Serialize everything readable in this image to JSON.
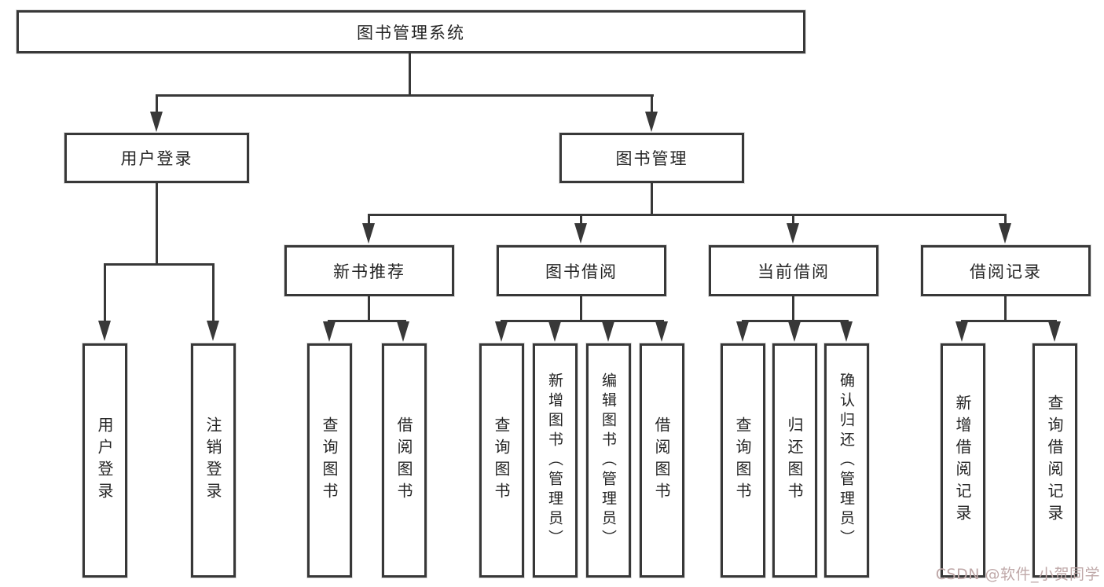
{
  "diagram_title": "图书管理系统",
  "tree": {
    "root": {
      "label": "图书管理系统",
      "children": [
        {
          "label": "用户登录",
          "children": [
            {
              "label": "用户登录"
            },
            {
              "label": "注销登录"
            }
          ]
        },
        {
          "label": "图书管理",
          "children": [
            {
              "label": "新书推荐",
              "children": [
                {
                  "label": "查询图书"
                },
                {
                  "label": "借阅图书"
                }
              ]
            },
            {
              "label": "图书借阅",
              "children": [
                {
                  "label": "查询图书"
                },
                {
                  "label": "新增图书（管理员）"
                },
                {
                  "label": "编辑图书（管理员）"
                },
                {
                  "label": "借阅图书"
                }
              ]
            },
            {
              "label": "当前借阅",
              "children": [
                {
                  "label": "查询图书"
                },
                {
                  "label": "归还图书"
                },
                {
                  "label": "确认归还（管理员）"
                }
              ]
            },
            {
              "label": "借阅记录",
              "children": [
                {
                  "label": "新增借阅记录"
                },
                {
                  "label": "查询借阅记录"
                }
              ]
            }
          ]
        }
      ]
    }
  },
  "watermark": {
    "text": "CSDN @软件_小贺同学",
    "color": "#bfa8a8"
  },
  "colors": {
    "background": "#ffffff",
    "line": "#383838",
    "box_border": "#383838",
    "text": "#252525"
  }
}
